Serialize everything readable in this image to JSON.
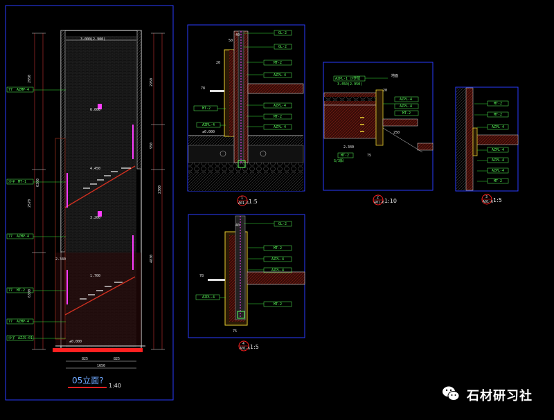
{
  "elevation": {
    "title": "05立面?",
    "scale": "1:40",
    "top_level": "3.000(2.900)",
    "levels": [
      "6.000",
      "4.450",
      "3.200",
      "1.700",
      "±0.000",
      "2.340"
    ],
    "dims_bottom": [
      "825",
      "825",
      "1650"
    ],
    "dims_left": [
      "2950",
      "2570",
      "6300",
      "6300"
    ],
    "dims_right": [
      "2950",
      "950",
      "2300",
      "4830"
    ],
    "left_tags": [
      {
        "code": "77",
        "text": "AZMP-4"
      },
      {
        "code": "沙子",
        "text": "MT-1"
      },
      {
        "code": "77",
        "text": "AZMP-4"
      },
      {
        "code": "77",
        "text": "MT-2"
      },
      {
        "code": "77",
        "text": "AZMP-4"
      },
      {
        "code": "沙子",
        "text": "AZJS-01"
      }
    ]
  },
  "detail1": {
    "num": "1",
    "ref": "A01-6",
    "scale": "1:5",
    "tags_top": [
      "GL-2",
      "GL-2"
    ],
    "tags_right": [
      "MT-2",
      "AZPL-4",
      "AZPL-4",
      "MT-2",
      "AZPL-4"
    ],
    "tags_left": [
      "MT-2",
      "AZPL-4"
    ],
    "texts": [
      "40",
      "50",
      "20",
      "±0.000",
      "78"
    ]
  },
  "detail2": {
    "num": "2",
    "ref": "A01-6",
    "scale": "1:10",
    "texts": [
      "AZPL-1 沙罗阳",
      "3.450(2.950)",
      "AZPL-4",
      "AZPL-4",
      "MT-2",
      "MT-2",
      "2.340",
      "250",
      "75",
      "S/3阳",
      "地面",
      "20"
    ]
  },
  "detail3": {
    "num": "3",
    "ref": "A01-6",
    "scale": "1:5",
    "tags": [
      "MT-2",
      "MT-2",
      "AZPL-4",
      "AZPL-4",
      "AZPL-4",
      "AZPL-4",
      "MT-2"
    ]
  },
  "detail4": {
    "num": "4",
    "ref": "A01-6",
    "scale": "1:5",
    "tags": [
      "GL-2",
      "MT-2",
      "AZPL-4",
      "AZPL-4",
      "MT-2",
      "AZPL-4"
    ],
    "texts": [
      "40",
      "75",
      "78"
    ]
  },
  "watermark": {
    "text": "石材研习社",
    "icon": "wechat-icon"
  },
  "colors": {
    "background": "#000000",
    "frame": "#2a3bff",
    "leader": "#38e838",
    "wall": "#8a2b1b",
    "hatch": "#3a3a3a",
    "magenta": "#ff3cff",
    "yellow": "#e8d030",
    "red": "#ff2020"
  }
}
